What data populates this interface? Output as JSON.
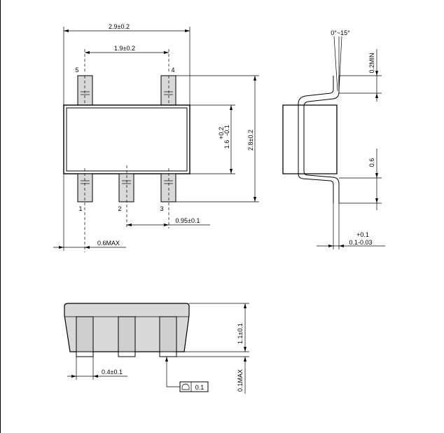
{
  "top_view": {
    "overall_width": "2.9±0.2",
    "lead_span": "1.9±0.2",
    "overall_height": "2.8±0.2",
    "body_height_main": "1.6",
    "body_height_tol_plus": "+0.2",
    "body_height_tol_minus": "-0.1",
    "pitch": "0.95±0.1",
    "lead_length_max": "0.6MAX",
    "pins": [
      "1",
      "2",
      "3",
      "4",
      "5"
    ]
  },
  "side_view": {
    "angle": "0°~15°",
    "lead_min": "0.2MIN",
    "lead_foot": "0.6",
    "thickness_main": "0.1-0.03",
    "thickness_tol_plus": "+0.1"
  },
  "front_view": {
    "height": "1.1±0.1",
    "lead_width": "0.4±0.1",
    "standoff": "0.1MAX",
    "flatness": "0.1"
  }
}
